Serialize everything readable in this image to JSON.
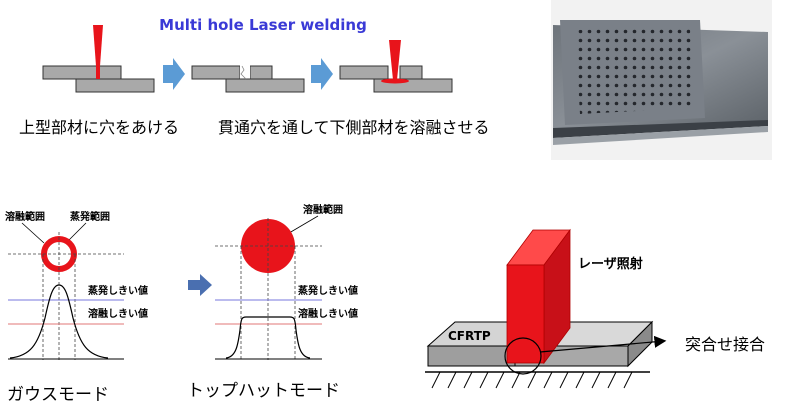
{
  "title": "Multi hole Laser welding",
  "step_captions": {
    "drill": "上型部材に穴をあける",
    "melt": "貫通穴を通して下側部材を溶融させる"
  },
  "gauss": {
    "label_melt_range": "溶融範囲",
    "label_evap_range": "蒸発範囲",
    "label_evap_threshold": "蒸発しきい値",
    "label_melt_threshold": "溶融しきい値",
    "mode_caption": "ガウスモード"
  },
  "tophat": {
    "label_melt_range": "溶融範囲",
    "label_evap_threshold": "蒸発しきい値",
    "label_melt_threshold": "溶融しきい値",
    "mode_caption": "トップハットモード"
  },
  "joint": {
    "laser_label": "レーザ照射",
    "material_label": "CFRTP",
    "joint_label": "突合せ接合"
  },
  "colors": {
    "laser_red": "#e8141b",
    "arrow_blue": "#5b9bd5",
    "title_blue": "#3a3ad6",
    "evap_line": "#7777dd",
    "melt_line": "#e07777"
  }
}
